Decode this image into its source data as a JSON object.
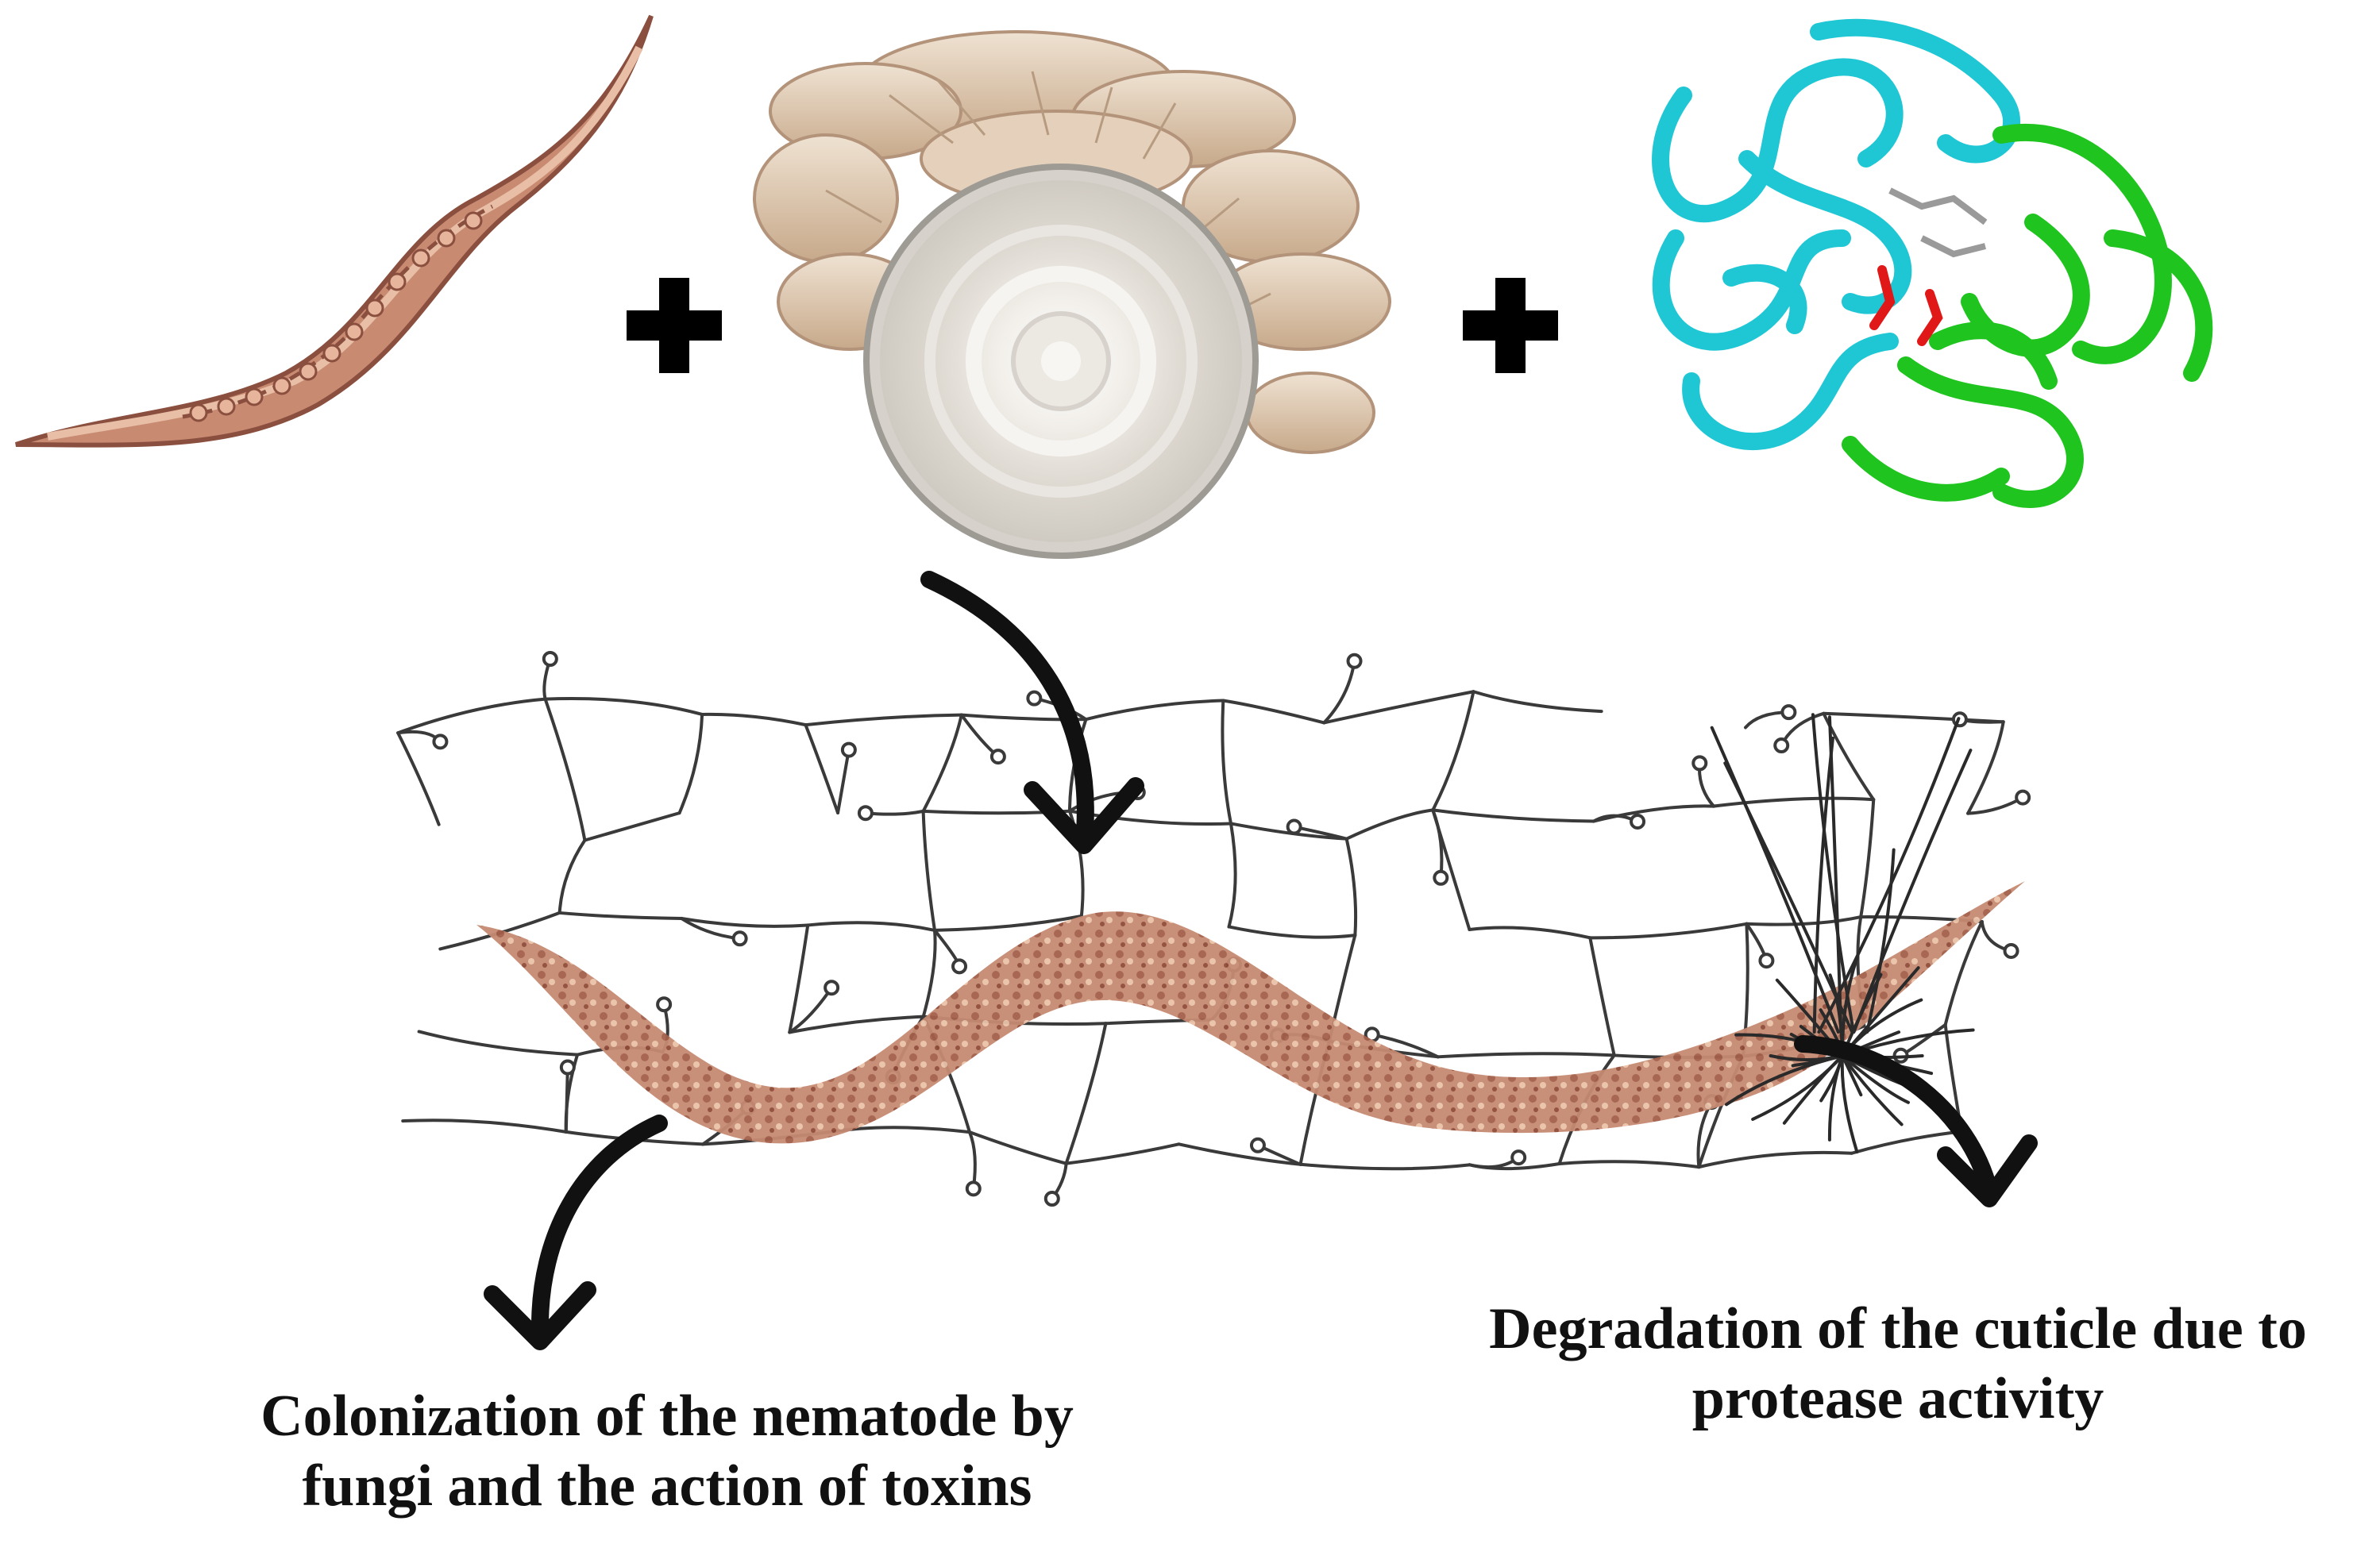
{
  "captions": {
    "left": {
      "line1": "Colonization of the nematode by",
      "line2": "fungi and the action of toxins"
    },
    "right": {
      "line1": "Degradation of the cuticle due to",
      "line2": "protease activity"
    }
  },
  "operators": {
    "plus": "+"
  },
  "colors": {
    "nematode": "#c98a72",
    "nematode_dark": "#8a4f3e",
    "mushroom": "#d8c1a6",
    "petri": "#e8e4de",
    "protein_a": "#1fc6d4",
    "protein_b": "#1fc41f",
    "ligand_red": "#e01818",
    "hyphae": "#3a3a3a",
    "arrow": "#111111"
  }
}
